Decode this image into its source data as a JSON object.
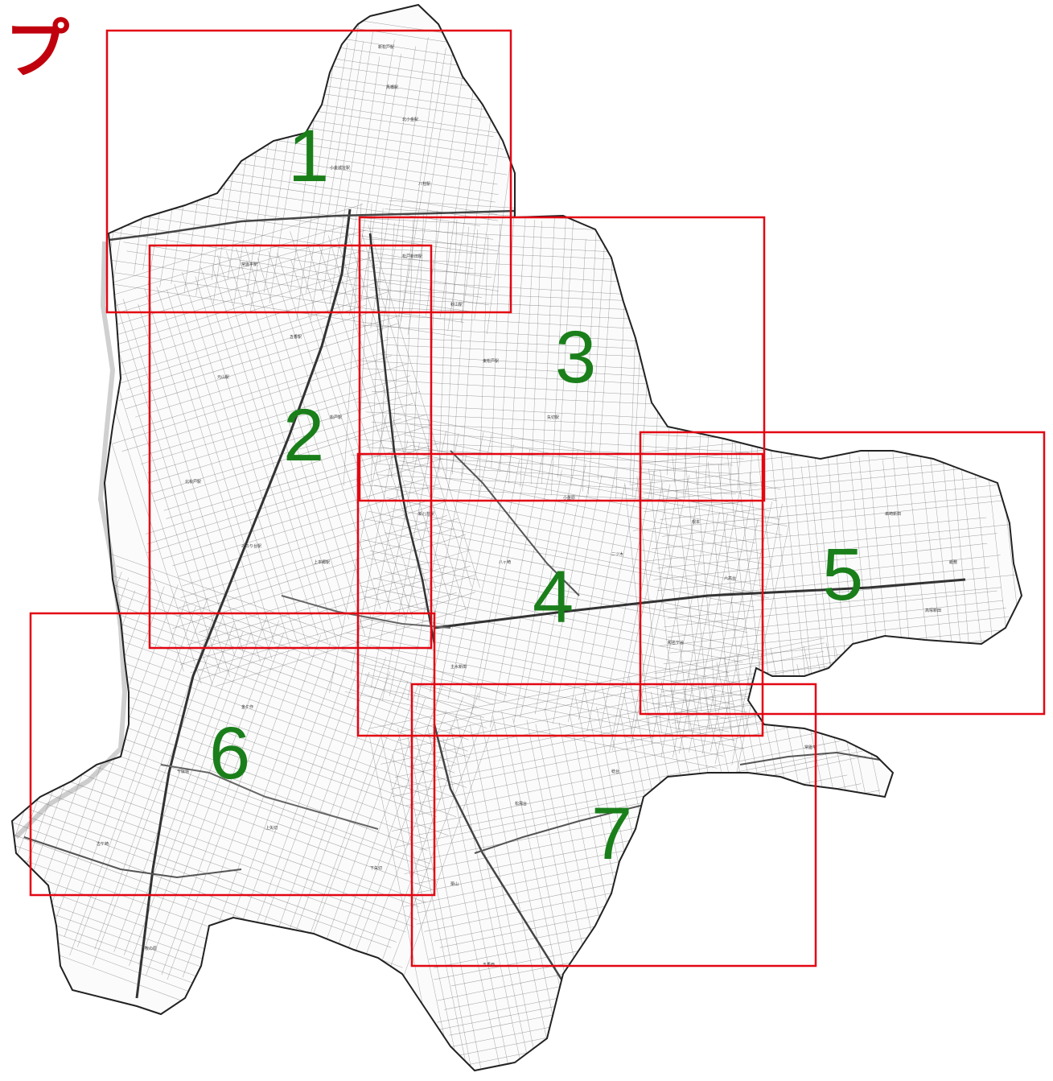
{
  "corner_text": "プ",
  "colors": {
    "frame": "#e30613",
    "sheet_number": "#1a7f1a",
    "corner_text": "#c0000c",
    "street_ink": "#555555",
    "outline_ink": "#222222",
    "river_ink": "#777777"
  },
  "sheets": [
    {
      "id": "1",
      "label": "1"
    },
    {
      "id": "2",
      "label": "2"
    },
    {
      "id": "3",
      "label": "3"
    },
    {
      "id": "4",
      "label": "4"
    },
    {
      "id": "5",
      "label": "5"
    },
    {
      "id": "6",
      "label": "6"
    },
    {
      "id": "7",
      "label": "7"
    }
  ],
  "map_labels": [
    "新松戸駅",
    "馬橋駅",
    "北小金駅",
    "小金城址駅",
    "八柱駅",
    "常盤平駅",
    "五香駅",
    "元山駅",
    "松戸駅",
    "北松戸駅",
    "みのり台駅",
    "上本郷駅",
    "松戸新田駅",
    "秋山駅",
    "東松戸駅",
    "矢切駅",
    "新八柱駅",
    "八ヶ崎",
    "小金原",
    "二ツ木",
    "根本",
    "六高台",
    "串崎新田",
    "紙敷",
    "高塚新田",
    "常盤平",
    "金ケ作",
    "千駄堀",
    "古ケ崎",
    "上矢切",
    "下矢切",
    "栗山",
    "松飛台",
    "稔台",
    "五香西",
    "牧の原",
    "和名ケ谷",
    "主水新田"
  ]
}
